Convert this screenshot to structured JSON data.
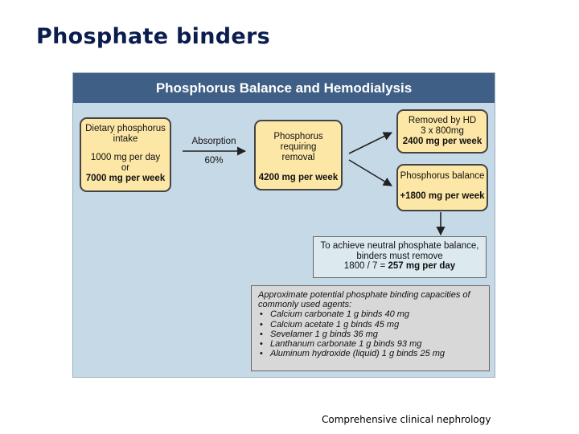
{
  "slide": {
    "title": "Phosphate binders",
    "citation": "Comprehensive clinical nephrology"
  },
  "figure": {
    "title": "Phosphorus Balance and Hemodialysis",
    "dietary": {
      "line1": "Dietary phosphorus",
      "line2": "intake",
      "line3": "1000 mg per day",
      "line4": "or",
      "line5": "7000 mg per week"
    },
    "absorption": {
      "label": "Absorption",
      "percent": "60%"
    },
    "requiring": {
      "line1": "Phosphorus",
      "line2": "requiring",
      "line3": "removal",
      "line4": "4200 mg per week"
    },
    "removed": {
      "line1": "Removed by HD",
      "line2": "3 x 800mg",
      "line3": "2400 mg per week"
    },
    "balance": {
      "line1": "Phosphorus balance",
      "line2": "+1800 mg per week"
    },
    "neutral": {
      "line1": "To achieve neutral phosphate balance,",
      "line2": "binders must remove",
      "line3_prefix": "1800 / 7 = ",
      "line3_value": "257 mg per day"
    },
    "agents": {
      "intro_line1": "Approximate potential phosphate binding capacities of",
      "intro_line2": "commonly used agents:",
      "items": [
        "Calcium carbonate 1 g binds 40 mg",
        "Calcium acetate 1 g binds 45 mg",
        "Sevelamer 1 g binds 36 mg",
        "Lanthanum carbonate 1 g binds 93 mg",
        "Aluminum hydroxide (liquid) 1 g binds 25 mg"
      ]
    },
    "colors": {
      "banner": "#3f5f86",
      "background": "#c6d9e6",
      "node_fill": "#fde7a7",
      "neutral_fill": "#dce9ee",
      "agents_fill": "#d8d8d8",
      "title_text": "#0b1d4e"
    }
  }
}
